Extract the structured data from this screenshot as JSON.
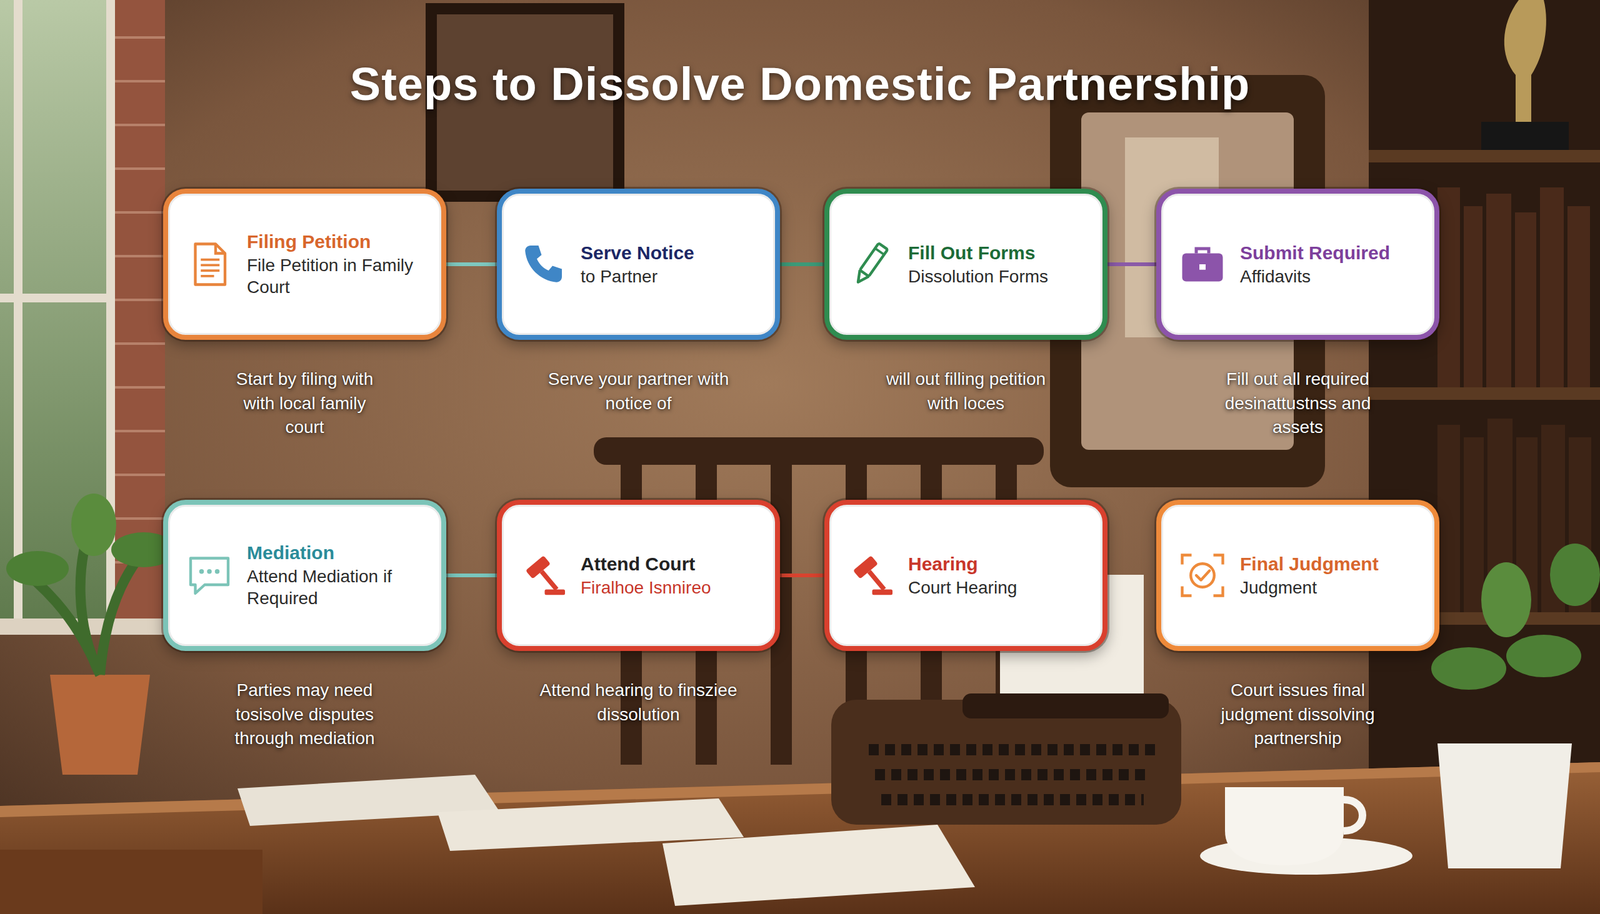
{
  "diagram": {
    "title": "Steps to Dissolve Domestic Partnership",
    "nodes": [
      {
        "text": [
          "Filing Petition",
          "File Petition in Family Court",
          "Start by filing with with local family court"
        ]
      },
      {
        "text": [
          "Serve Notice",
          "to Partner",
          "Serve your partner with notice of"
        ]
      },
      {
        "text": [
          "Fill Out Forms",
          "Dissolution Forms",
          "will out filling petition with loces"
        ]
      },
      {
        "text": [
          "Submit Required",
          "Affidavits",
          "Fill out all required desinattustnss and assets"
        ]
      },
      {
        "text": [
          "Mediation",
          "Attend Mediation if Required",
          "Parties may need tosisolve disputes through mediation"
        ]
      },
      {
        "text": [
          "Attend Court",
          "Firalhoe Isnnireo",
          "Attend hearing to finsziee dissolution"
        ]
      },
      {
        "text": [
          "Hearing",
          "Court Hearing"
        ]
      },
      {
        "text": [
          "Final Judgment",
          "Judgment",
          "Court issues final judgment dissolving partnership"
        ]
      }
    ],
    "edges": [
      {
        "from": 0,
        "to": 1,
        "arrow": "none"
      },
      {
        "from": 1,
        "to": 2,
        "arrow": "none"
      },
      {
        "from": 2,
        "to": 3,
        "arrow": "none"
      },
      {
        "from": 4,
        "to": 5,
        "arrow": "none"
      },
      {
        "from": 5,
        "to": 6,
        "arrow": "none"
      }
    ]
  }
}
